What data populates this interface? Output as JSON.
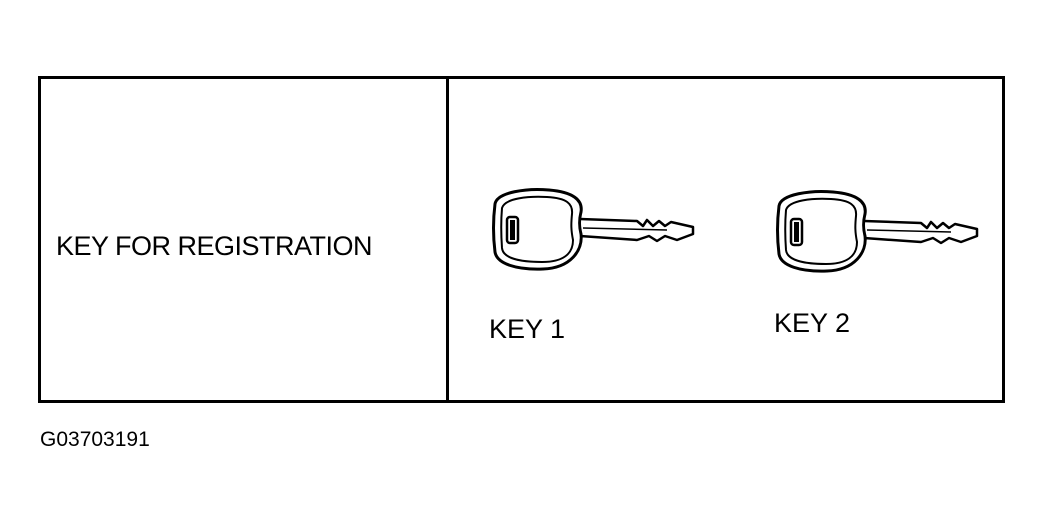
{
  "table": {
    "left_label": "KEY FOR REGISTRATION",
    "keys": [
      {
        "label": "KEY 1",
        "icon": "key-icon"
      },
      {
        "label": "KEY 2",
        "icon": "key-icon"
      }
    ]
  },
  "figure_code": "G03703191"
}
